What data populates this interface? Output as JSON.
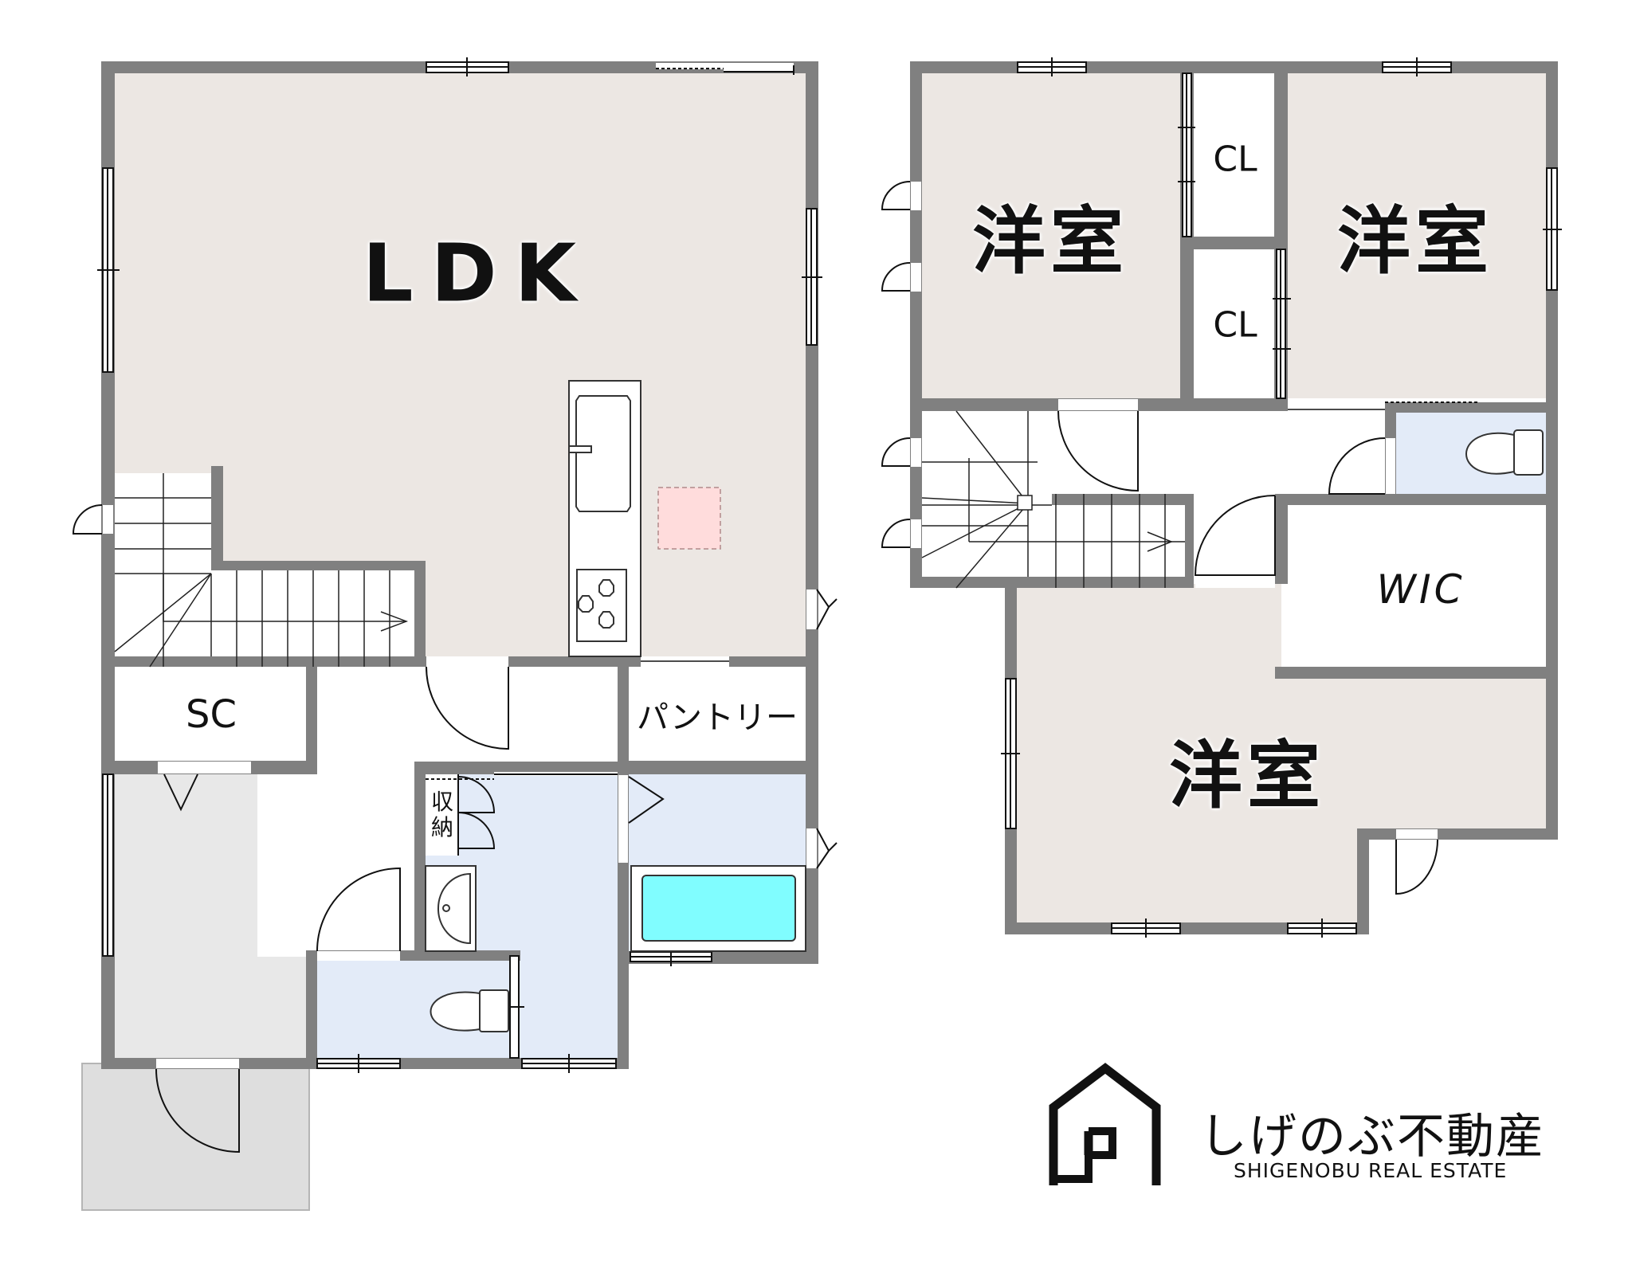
{
  "floor1": {
    "rooms": {
      "ldk": "LDK",
      "shoe_closet": "SC",
      "pantry": "パントリー",
      "storage": "収\n納"
    }
  },
  "floor2": {
    "rooms": {
      "western_room_1": "洋室",
      "western_room_2": "洋室",
      "western_room_3": "洋室",
      "closet_1": "CL",
      "closet_2": "CL",
      "walk_in_closet": "WIC"
    }
  },
  "logo": {
    "name_ja": "しげのぶ不動産",
    "name_en": "SHIGENOBU REAL ESTATE",
    "icon": "house-s-icon"
  },
  "colors": {
    "wall": "#808080",
    "living_floor": "#ece7e3",
    "wet_area": "#e3ebf8",
    "entrance": "#e8e8e8",
    "porch": "#dedede",
    "bathtub": "#80fdff",
    "fridge_space": "#ffdcdc"
  }
}
